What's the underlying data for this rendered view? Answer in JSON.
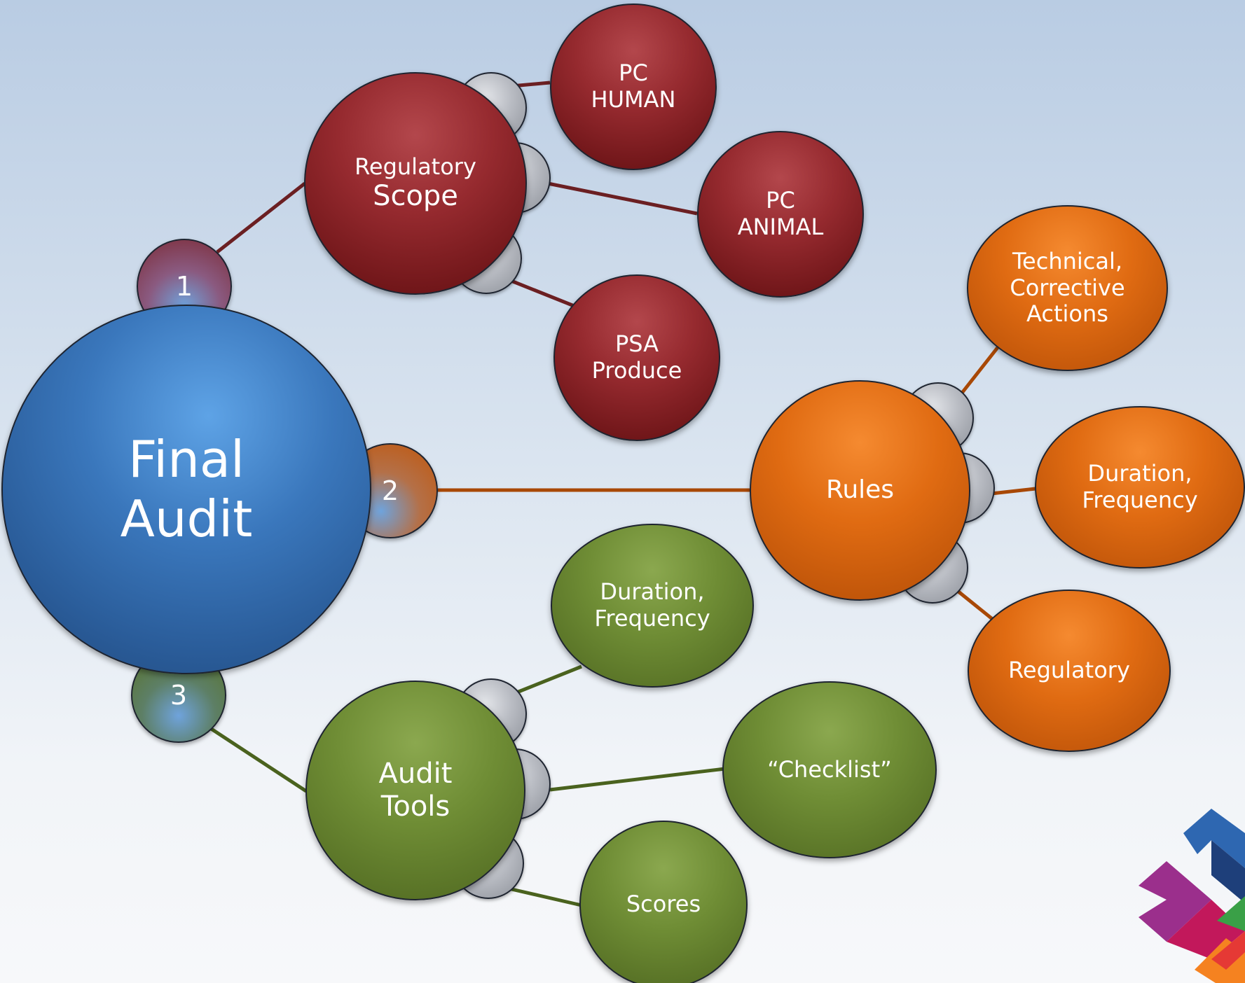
{
  "diagram": {
    "root": {
      "line1": "Final",
      "line2": "Audit"
    },
    "branches": [
      {
        "number": "1",
        "color": "#7c2a35",
        "hub": {
          "line1": "Regulatory",
          "line2": "Scope"
        },
        "children": [
          {
            "line1": "PC",
            "line2": "HUMAN"
          },
          {
            "line1": "PC",
            "line2": "ANIMAL"
          },
          {
            "line1": "PSA",
            "line2": "Produce"
          }
        ]
      },
      {
        "number": "2",
        "color": "#c1560a",
        "hub": {
          "line1": "Rules"
        },
        "children": [
          {
            "line1": "Technical,",
            "line2": "Corrective",
            "line3": "Actions"
          },
          {
            "line1": "Duration,",
            "line2": "Frequency"
          },
          {
            "line1": "Regulatory"
          }
        ]
      },
      {
        "number": "3",
        "color": "#587226",
        "hub": {
          "line1": "Audit",
          "line2": "Tools"
        },
        "children": [
          {
            "line1": "Duration,",
            "line2": "Frequency"
          },
          {
            "line1": "“Checklist”"
          },
          {
            "line1": "Scores"
          }
        ]
      }
    ]
  }
}
